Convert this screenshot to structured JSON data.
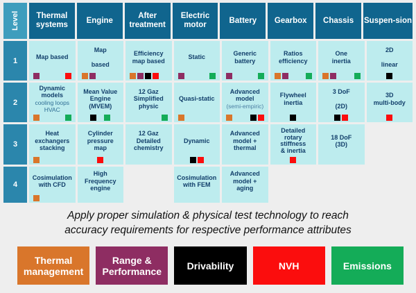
{
  "colors": {
    "thermal_management": "#d9762b",
    "range_performance": "#8e2d62",
    "drivability": "#000000",
    "nvh": "#fb0d0d",
    "emissions": "#14ac58",
    "header_blue": "#10658e",
    "level_blue": "#2b86ac",
    "cell_cyan": "#bdecee",
    "page_bg": "#eeeeee"
  },
  "matrix": {
    "level_header": "Level",
    "columns": [
      "Thermal systems",
      "Engine",
      "After treatment",
      "Electric motor",
      "Battery",
      "Gearbox",
      "Chassis",
      "Suspen- sion"
    ],
    "column_labels": {
      "c0": "Thermal systems",
      "c1": "Engine",
      "c2": "After treatment",
      "c3": "Electric motor",
      "c4": "Battery",
      "c5": "Gearbox",
      "c6": "Chassis",
      "c7a": "Suspen-",
      "c7b": "sion"
    },
    "levels": [
      "1",
      "2",
      "3",
      "4"
    ],
    "rows": [
      {
        "level": "1",
        "cells": [
          {
            "label": "Map based",
            "chips": [
              "range_performance",
              "nvh"
            ],
            "layout": "spread"
          },
          {
            "label": "Map\nbased",
            "chips": [
              "thermal_management",
              "range_performance"
            ],
            "layout": "left"
          },
          {
            "label": "Efficiency\nmap based",
            "chips": [
              "thermal_management",
              "range_performance",
              "drivability",
              "nvh"
            ],
            "layout": "left"
          },
          {
            "label": "Static",
            "chips": [
              "range_performance",
              "emissions"
            ],
            "layout": "spread"
          },
          {
            "label": "Generic\nbattery",
            "chips": [
              "range_performance",
              "emissions"
            ],
            "layout": "spread"
          },
          {
            "label": "Ratios\nefficiency",
            "chips": [
              "thermal_management",
              "range_performance",
              "emissions"
            ],
            "layout": "group-spread"
          },
          {
            "label": "One\ninertia",
            "chips": [
              "thermal_management",
              "range_performance",
              "emissions"
            ],
            "layout": "group-spread"
          },
          {
            "label": "2D\nlinear",
            "chips": [
              "drivability"
            ],
            "layout": "center"
          }
        ]
      },
      {
        "level": "2",
        "cells": [
          {
            "label": "Dynamic\nmodels",
            "sub": "cooling loops\nHVAC",
            "chips": [
              "thermal_management",
              "emissions"
            ],
            "layout": "spread"
          },
          {
            "label": "Mean Value\nEngine\n(MVEM)",
            "chips": [
              "drivability",
              "emissions"
            ],
            "layout": "spread-narrow"
          },
          {
            "label": "12 Gaz\nSimplified\nphysic",
            "chips": [
              "emissions"
            ],
            "layout": "right"
          },
          {
            "label": "Quasi-static",
            "chips": [
              "thermal_management"
            ],
            "layout": "left"
          },
          {
            "label": "Advanced\nmodel",
            "sub": "(semi-empiric)",
            "chips": [
              "thermal_management",
              "drivability",
              "nvh"
            ],
            "layout": "split"
          },
          {
            "label": "Flywheel\ninertia",
            "chips": [
              "drivability"
            ],
            "layout": "center"
          },
          {
            "label": "3 DoF\n(2D)",
            "chips": [
              "drivability",
              "nvh"
            ],
            "layout": "center"
          },
          {
            "label": "3D\nmulti-body",
            "chips": [
              "nvh"
            ],
            "layout": "center"
          }
        ]
      },
      {
        "level": "3",
        "cells": [
          {
            "label": "Heat\nexchangers\nstacking",
            "chips": [
              "thermal_management"
            ],
            "layout": "left"
          },
          {
            "label": "Cylinder\npressure\nmap",
            "chips": [
              "nvh"
            ],
            "layout": "center"
          },
          {
            "label": "12 Gaz\nDetailed\nchemistry",
            "chips": [],
            "layout": "none"
          },
          {
            "label": "Dynamic",
            "chips": [
              "drivability",
              "nvh"
            ],
            "layout": "center"
          },
          {
            "label": "Advanced\nmodel +\nthermal",
            "chips": [],
            "layout": "none"
          },
          {
            "label": "Detailed\nrotary\nstiffness\n& inertia",
            "chips": [
              "nvh"
            ],
            "layout": "center"
          },
          {
            "label": "18 DoF\n(3D)",
            "chips": [],
            "layout": "none"
          },
          {
            "label": "",
            "empty": true
          }
        ]
      },
      {
        "level": "4",
        "cells": [
          {
            "label": "Cosimulation\nwith CFD",
            "chips": [
              "thermal_management"
            ],
            "layout": "left"
          },
          {
            "label": "High\nFrequency\nengine",
            "chips": [],
            "layout": "none"
          },
          {
            "label": "",
            "empty": true
          },
          {
            "label": "Cosimulation\nwith FEM",
            "chips": [],
            "layout": "none"
          },
          {
            "label": "Advanced\nmodel +\naging",
            "chips": [],
            "layout": "none"
          },
          {
            "label": "",
            "empty": true
          },
          {
            "label": "",
            "empty": true
          },
          {
            "label": "",
            "empty": true
          }
        ]
      }
    ]
  },
  "caption": {
    "line1": "Apply proper simulation & physical test technology to reach",
    "line2": "accuracy requirements for respective performance attributes"
  },
  "legend": {
    "items": [
      {
        "label": "Thermal management",
        "color_key": "thermal_management"
      },
      {
        "label": "Range & Performance",
        "color_key": "range_performance"
      },
      {
        "label": "Drivability",
        "color_key": "drivability"
      },
      {
        "label": "NVH",
        "color_key": "nvh"
      },
      {
        "label": "Emissions",
        "color_key": "emissions"
      }
    ],
    "labels": {
      "thermal_1": "Thermal",
      "thermal_2": "management",
      "range_1": "Range &",
      "range_2": "Performance",
      "drivability": "Drivability",
      "nvh": "NVH",
      "emissions": "Emissions"
    }
  }
}
